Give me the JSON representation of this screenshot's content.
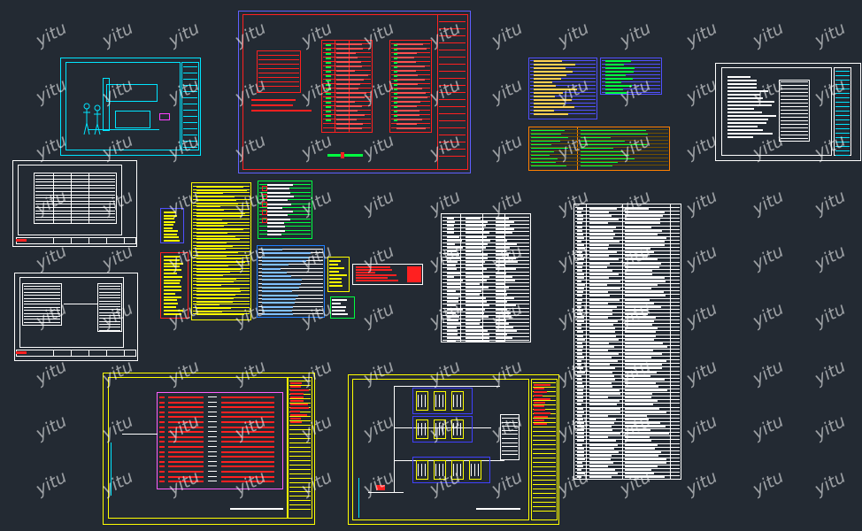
{
  "watermark": {
    "text": "yitu"
  },
  "drawings": [
    {
      "name": "elevation-sheet-cyan",
      "stroke": "#00e5ff"
    },
    {
      "name": "legend-sheet-red",
      "stroke": "#ff2020"
    },
    {
      "name": "small-tables-blue",
      "stroke": "#3a3aff"
    },
    {
      "name": "title-sheet-white",
      "stroke": "#ffffff"
    },
    {
      "name": "legend-table-white-1",
      "stroke": "#ffffff"
    },
    {
      "name": "riser-sheet-white",
      "stroke": "#ffffff"
    },
    {
      "name": "yellow-tables",
      "stroke": "#ffff00"
    },
    {
      "name": "main-equipment-list",
      "stroke": "#ffffff"
    },
    {
      "name": "panel-schedule-yellow",
      "stroke": "#ffff00"
    },
    {
      "name": "system-diagram-yellow",
      "stroke": "#ffff00"
    }
  ],
  "colors": {
    "background": "#232a33",
    "cyan": "#00e5ff",
    "red": "#ff2020",
    "yellow": "#ffff00",
    "green": "#00ff40",
    "white": "#ffffff",
    "blue": "#4040ff",
    "orange": "#ff8000"
  }
}
